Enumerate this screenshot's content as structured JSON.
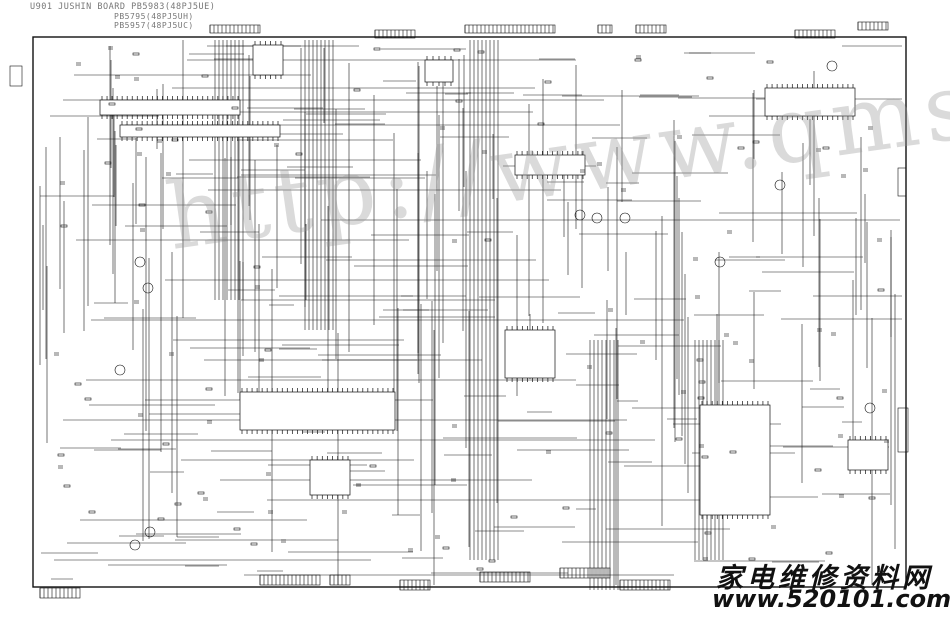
{
  "title": {
    "main": "U901 JUSHIN BOARD PB5983(48PJ5UE)",
    "sub_1": "PB5795(48PJ5UH)",
    "sub_2": "PB5957(48PJ5UC)"
  },
  "watermark": "http://www.qmstar.com",
  "branding": {
    "chinese": "家电维修资料网",
    "url": "www.520101.com"
  },
  "colors": {
    "line": "#1a1a1a",
    "background": "#ffffff",
    "watermark": "#9a9a9a"
  }
}
